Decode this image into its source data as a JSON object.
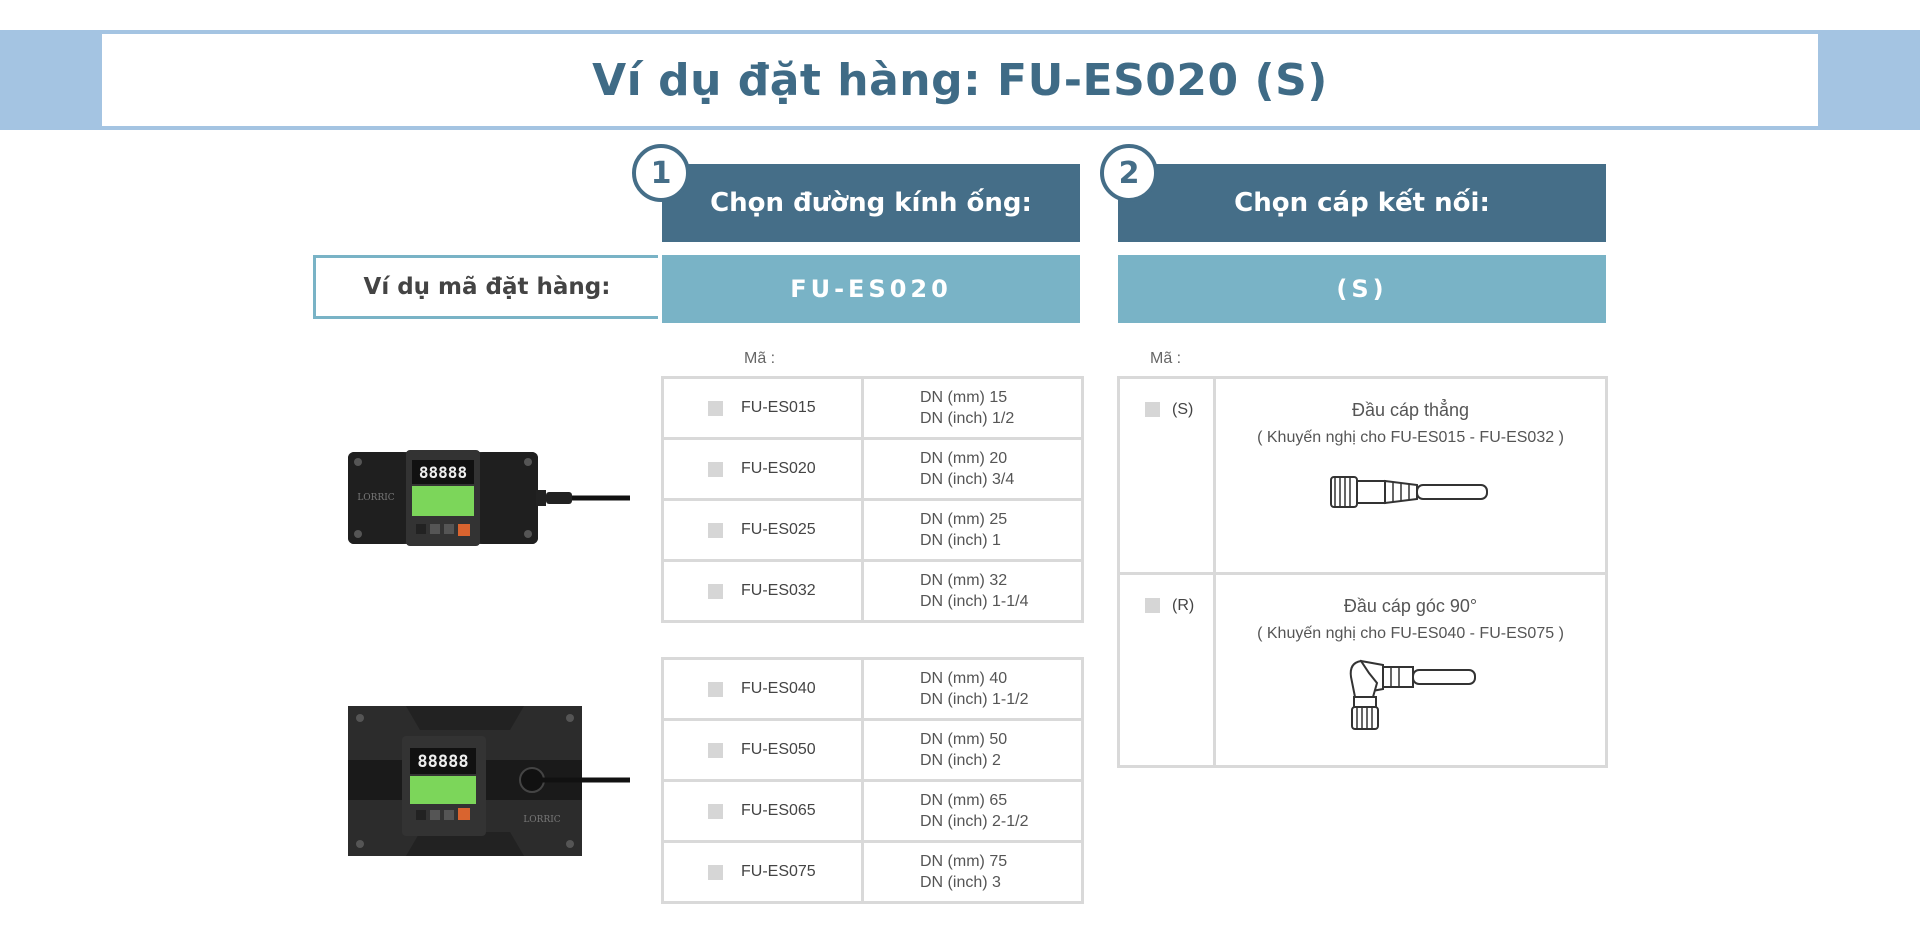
{
  "title": "Ví dụ đặt hàng:  FU-ES020 (S)",
  "steps": [
    {
      "number": "1",
      "label": "Chọn đường kính ống:",
      "code": "FU-ES020"
    },
    {
      "number": "2",
      "label": "Chọn cáp kết nối:",
      "code": "(S)"
    }
  ],
  "example_label": "Ví dụ mã đặt hàng:",
  "ma_label": "Mã :",
  "device_brand": "LORRIC",
  "display_digits": "88888",
  "pipe_groups": [
    {
      "rows": [
        {
          "code": "FU-ES015",
          "dn_mm": "DN (mm) 15",
          "dn_inch": "DN (inch) 1/2"
        },
        {
          "code": "FU-ES020",
          "dn_mm": "DN (mm) 20",
          "dn_inch": "DN (inch) 3/4"
        },
        {
          "code": "FU-ES025",
          "dn_mm": "DN (mm) 25",
          "dn_inch": "DN (inch) 1"
        },
        {
          "code": "FU-ES032",
          "dn_mm": "DN (mm) 32",
          "dn_inch": "DN (inch) 1-1/4"
        }
      ]
    },
    {
      "rows": [
        {
          "code": "FU-ES040",
          "dn_mm": "DN (mm) 40",
          "dn_inch": "DN (inch) 1-1/2"
        },
        {
          "code": "FU-ES050",
          "dn_mm": "DN (mm) 50",
          "dn_inch": "DN (inch) 2"
        },
        {
          "code": "FU-ES065",
          "dn_mm": "DN (mm) 65",
          "dn_inch": "DN (inch) 2-1/2"
        },
        {
          "code": "FU-ES075",
          "dn_mm": "DN (mm) 75",
          "dn_inch": "DN (inch) 3"
        }
      ]
    }
  ],
  "cables": [
    {
      "code": "(S)",
      "title": "Đầu cáp thẳng",
      "note": "( Khuyến nghị cho FU-ES015 - FU-ES032 )"
    },
    {
      "code": "(R)",
      "title": "Đầu cáp góc 90°",
      "note": "( Khuyến nghị cho FU-ES040 - FU-ES075 )"
    }
  ],
  "colors": {
    "banner": "#a4c4e2",
    "header": "#456e88",
    "code_bar": "#79b3c6",
    "title": "#3f6b86"
  }
}
